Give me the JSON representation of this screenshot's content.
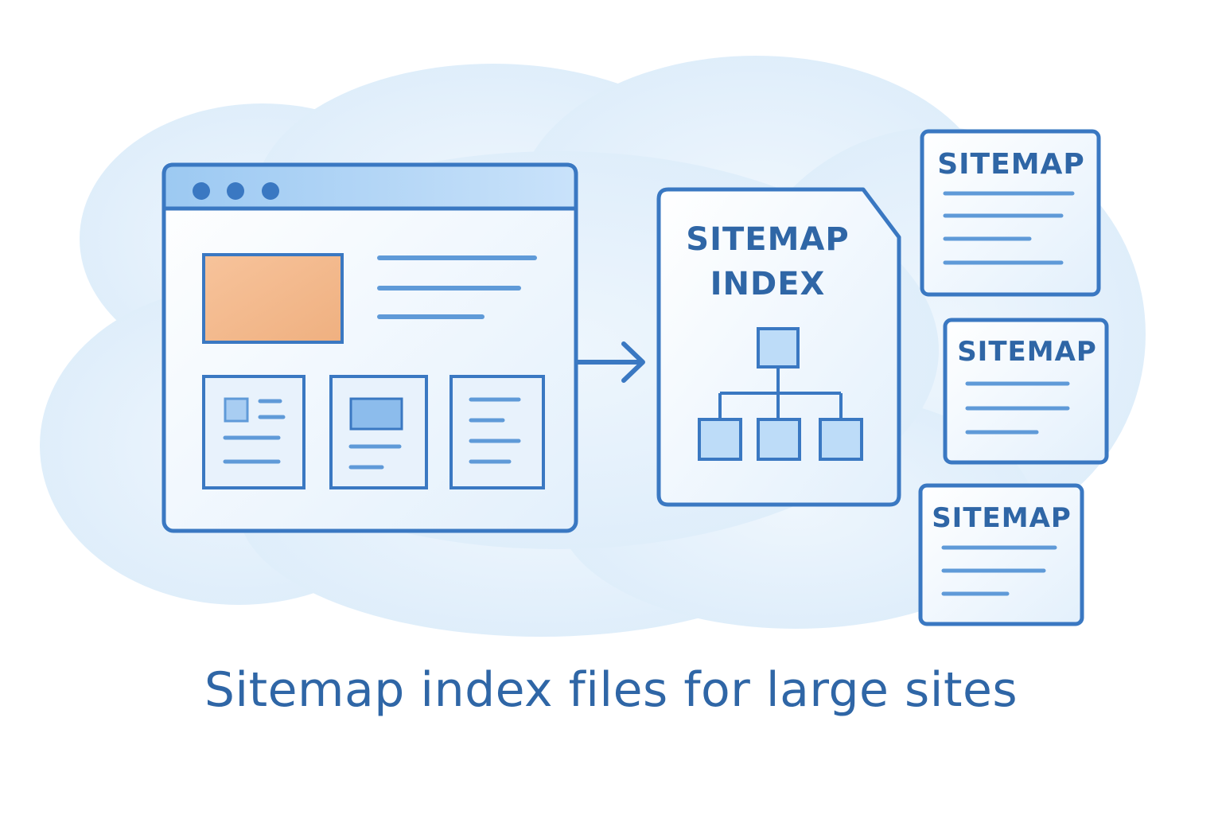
{
  "colors": {
    "stroke": "#3a78c2",
    "text": "#2f66a6",
    "light_fill": "#cfe5fb",
    "accent": "#f1b88b",
    "cloud": "#e4f1fc"
  },
  "index_doc": {
    "line1": "SITEMAP",
    "line2": "INDEX",
    "icon": "hierarchy-icon"
  },
  "sitemaps": [
    {
      "label": "SITEMAP"
    },
    {
      "label": "SITEMAP"
    },
    {
      "label": "SITEMAP"
    }
  ],
  "caption": "Sitemap index files for large sites"
}
